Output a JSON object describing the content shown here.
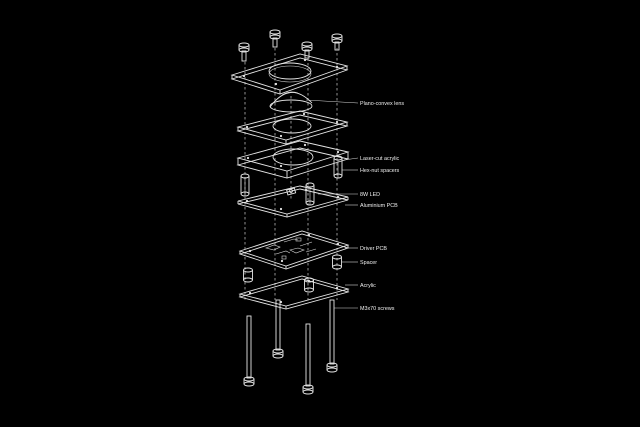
{
  "labels": {
    "lens": "Plano-convex lens",
    "acrylic_top": "Laser-cut acrylic",
    "spacers_hex": "Hex-nut spacers",
    "led": "8W LED",
    "pcb_al": "Aluminium PCB",
    "pcb_driver": "Driver PCB",
    "spacer": "Spacer",
    "acrylic_bottom": "Acrylic",
    "screws": "M3x70 screws"
  },
  "colors": {
    "background": "#000000",
    "line": "#e6e6e6"
  }
}
